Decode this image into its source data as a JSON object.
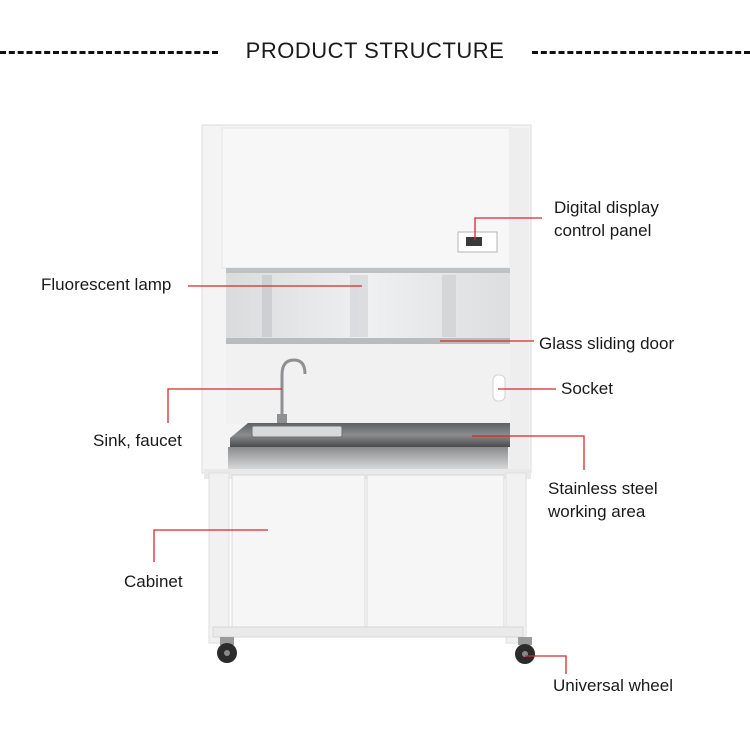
{
  "title": "PRODUCT STRUCTURE",
  "colors": {
    "leader": "#d9262b",
    "text": "#1a1a1a"
  },
  "labels": {
    "digital_display_line1": "Digital display",
    "digital_display_line2": "control panel",
    "fluorescent_lamp": "Fluorescent lamp",
    "glass_sliding_door": "Glass sliding door",
    "socket": "Socket",
    "sink_faucet": "Sink, faucet",
    "stainless_line1": "Stainless steel",
    "stainless_line2": "working area",
    "cabinet": "Cabinet",
    "universal_wheel": "Universal wheel"
  }
}
